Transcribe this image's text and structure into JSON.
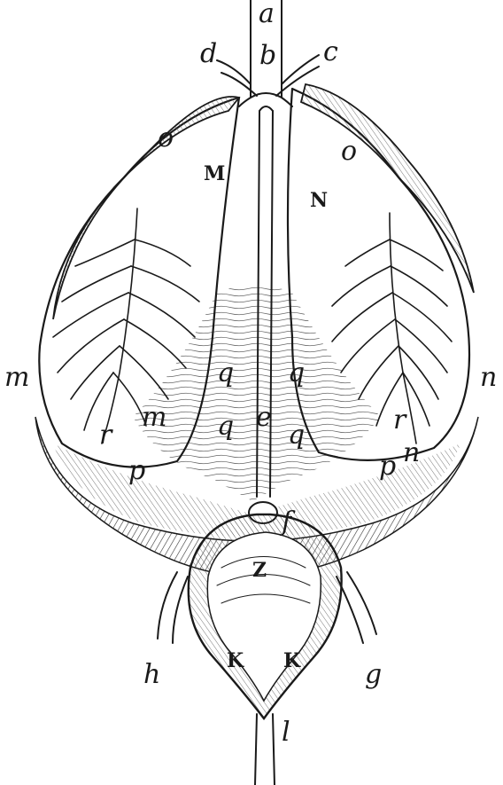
{
  "figure": {
    "labels": {
      "a": "a",
      "b": "b",
      "c": "c",
      "d": "d",
      "e": "e",
      "f": "f",
      "g": "g",
      "h": "h",
      "l": "l",
      "M": "M",
      "N": "N",
      "Z": "Z",
      "K_left": "K",
      "K_right": "K",
      "o_left": "o",
      "o_right": "o",
      "m_outer": "m",
      "m_inner": "m",
      "n_outer": "n",
      "n_inner": "n",
      "r_left": "r",
      "r_right": "r",
      "p_left": "p",
      "p_right": "p",
      "q_ul": "q",
      "q_ur": "q",
      "q_ll": "q",
      "q_lr": "q"
    }
  }
}
